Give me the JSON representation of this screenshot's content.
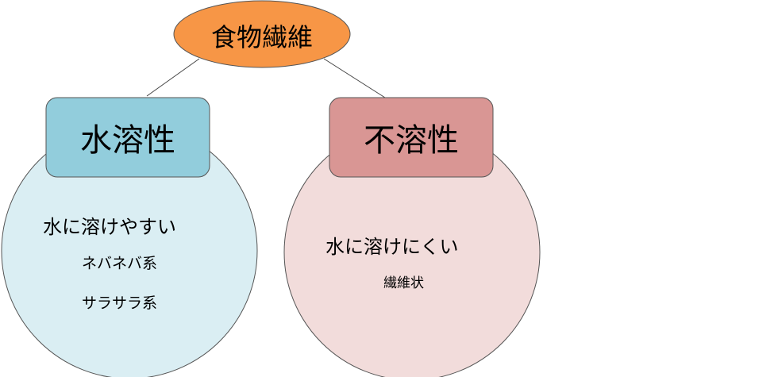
{
  "root": {
    "label": "食物繊維",
    "color": "#F79646"
  },
  "soluble": {
    "label": "水溶性",
    "box_color": "#92CDDC",
    "circle_color": "#DAEEF3",
    "description": "水に溶けやすい",
    "types": [
      "ネバネバ系",
      "サラサラ系"
    ]
  },
  "insoluble": {
    "label": "不溶性",
    "box_color": "#D99694",
    "circle_color": "#F2DCDB",
    "description": "水に溶けにくい",
    "types": [
      "繊維状"
    ]
  }
}
